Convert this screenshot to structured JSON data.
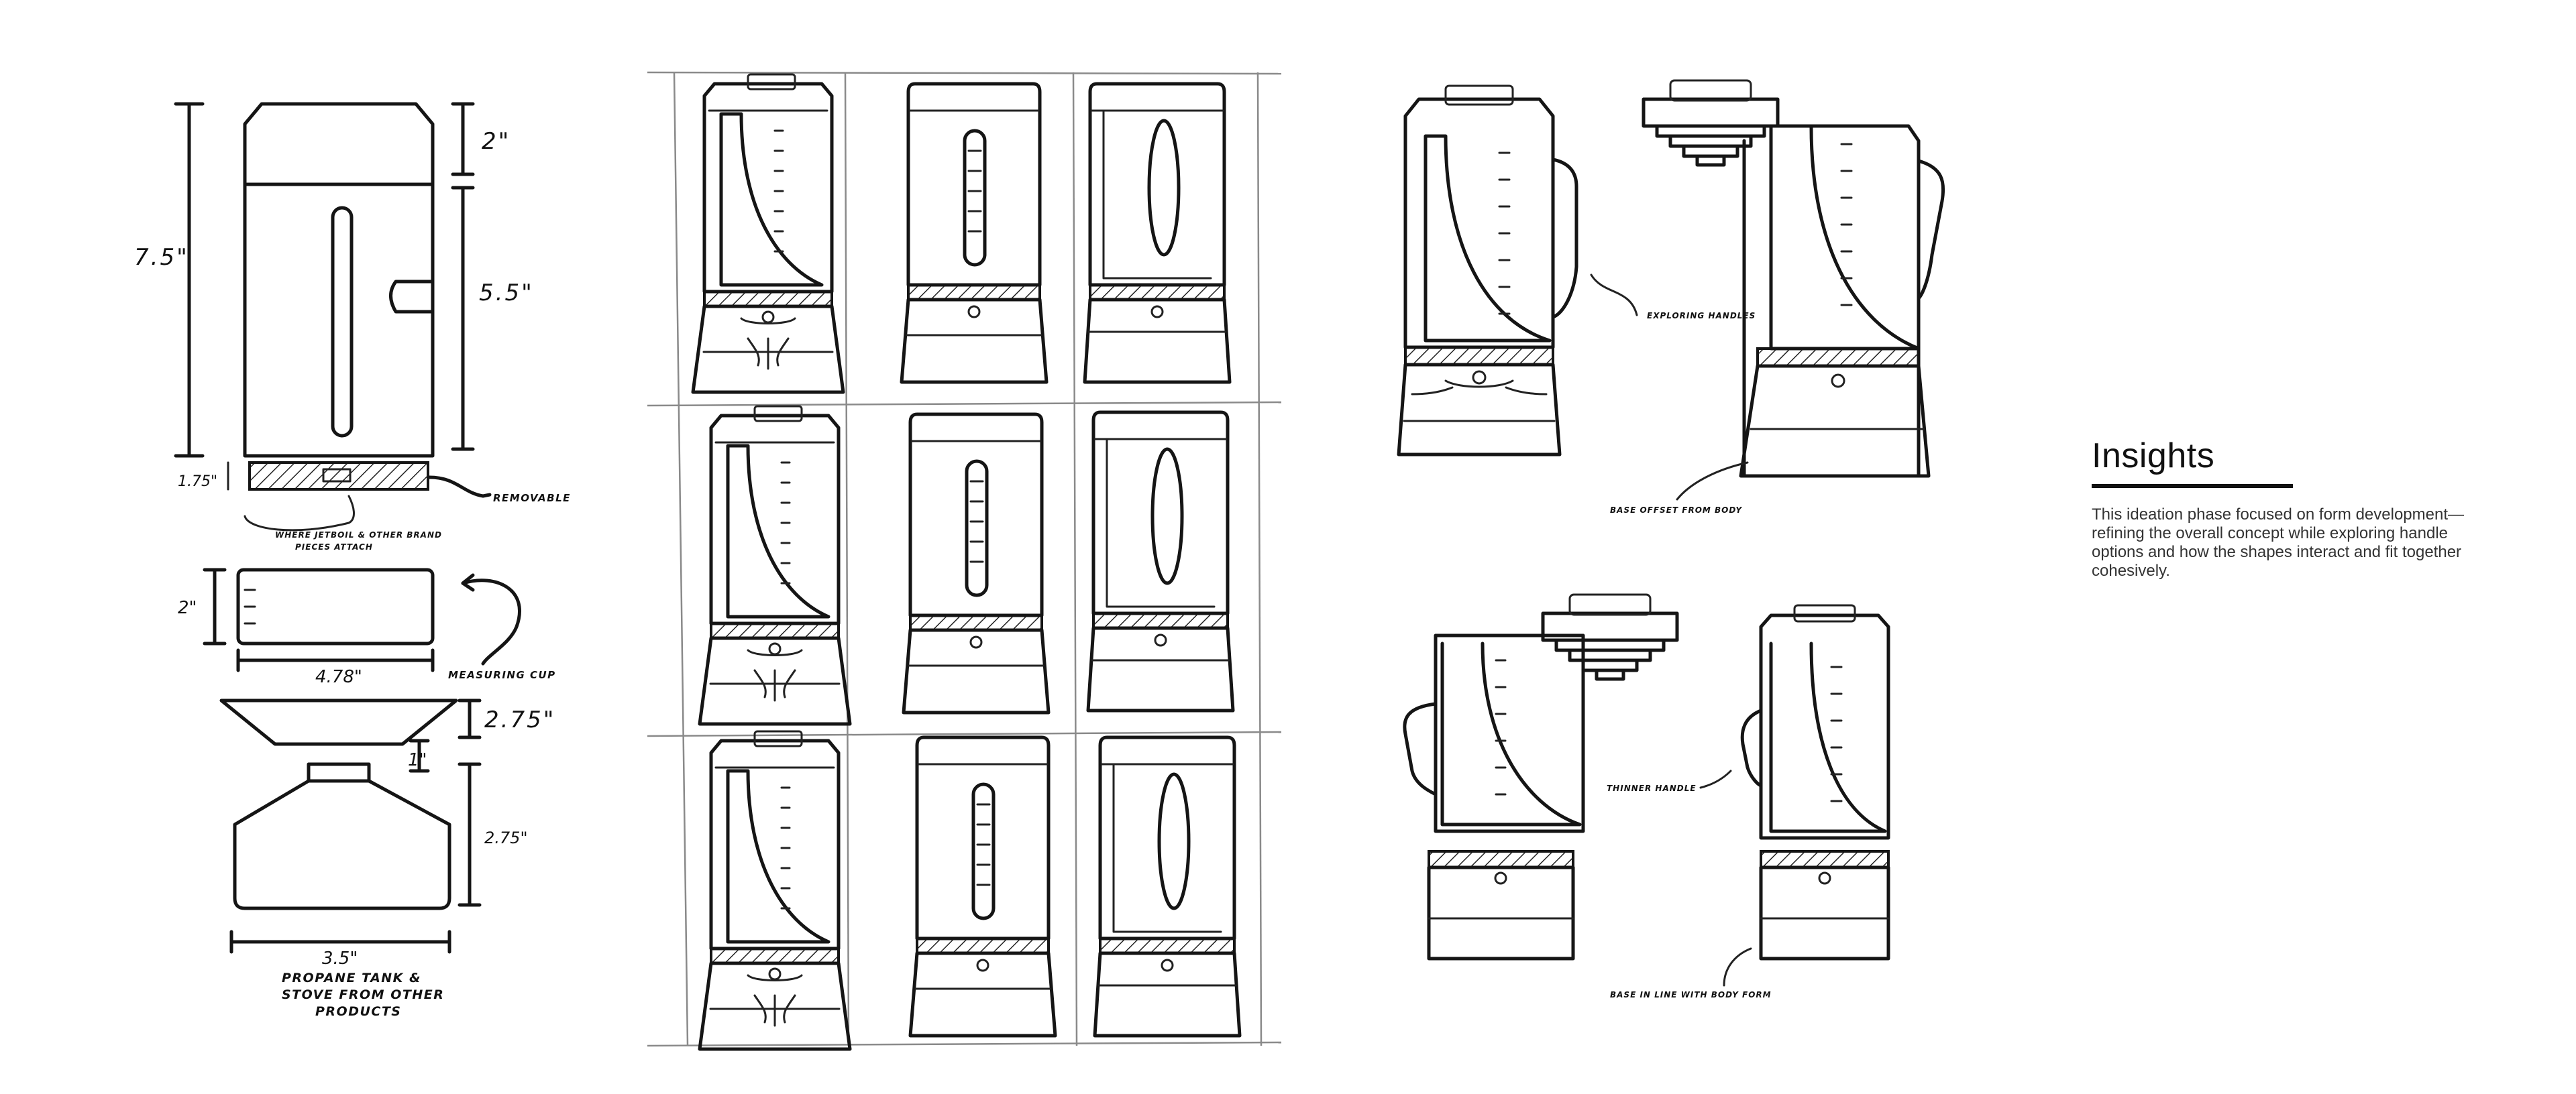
{
  "dimensions": {
    "total_height": "7.5\"",
    "lid_height": "2\"",
    "body_height": "5.5\"",
    "base_height": "1.75\"",
    "cup_height": "2\"",
    "cup_width": "4.78\"",
    "stove_top": "2.75\"",
    "stove_neck": "1\"",
    "stove_bottom": "2.75\"",
    "stove_width": "3.5\""
  },
  "annotations": {
    "removable": "REMOVABLE",
    "jetboil_line1": "WHERE JETBOIL & OTHER BRAND",
    "jetboil_line2": "PIECES ATTACH",
    "measuring_cup": "MEASURING CUP",
    "propane_line1": "PROPANE TANK &",
    "propane_line2": "STOVE FROM OTHER",
    "propane_line3": "PRODUCTS",
    "exploring_handles": "EXPLORING HANDLES",
    "base_offset": "BASE OFFSET FROM BODY",
    "thinner_handle": "THINNER HANDLE",
    "base_inline": "BASE IN LINE WITH BODY FORM"
  },
  "insights": {
    "title": "Insights",
    "body": "This ideation phase focused on form development—refining the overall concept while exploring handle options and how the shapes interact and fit together cohesively."
  }
}
